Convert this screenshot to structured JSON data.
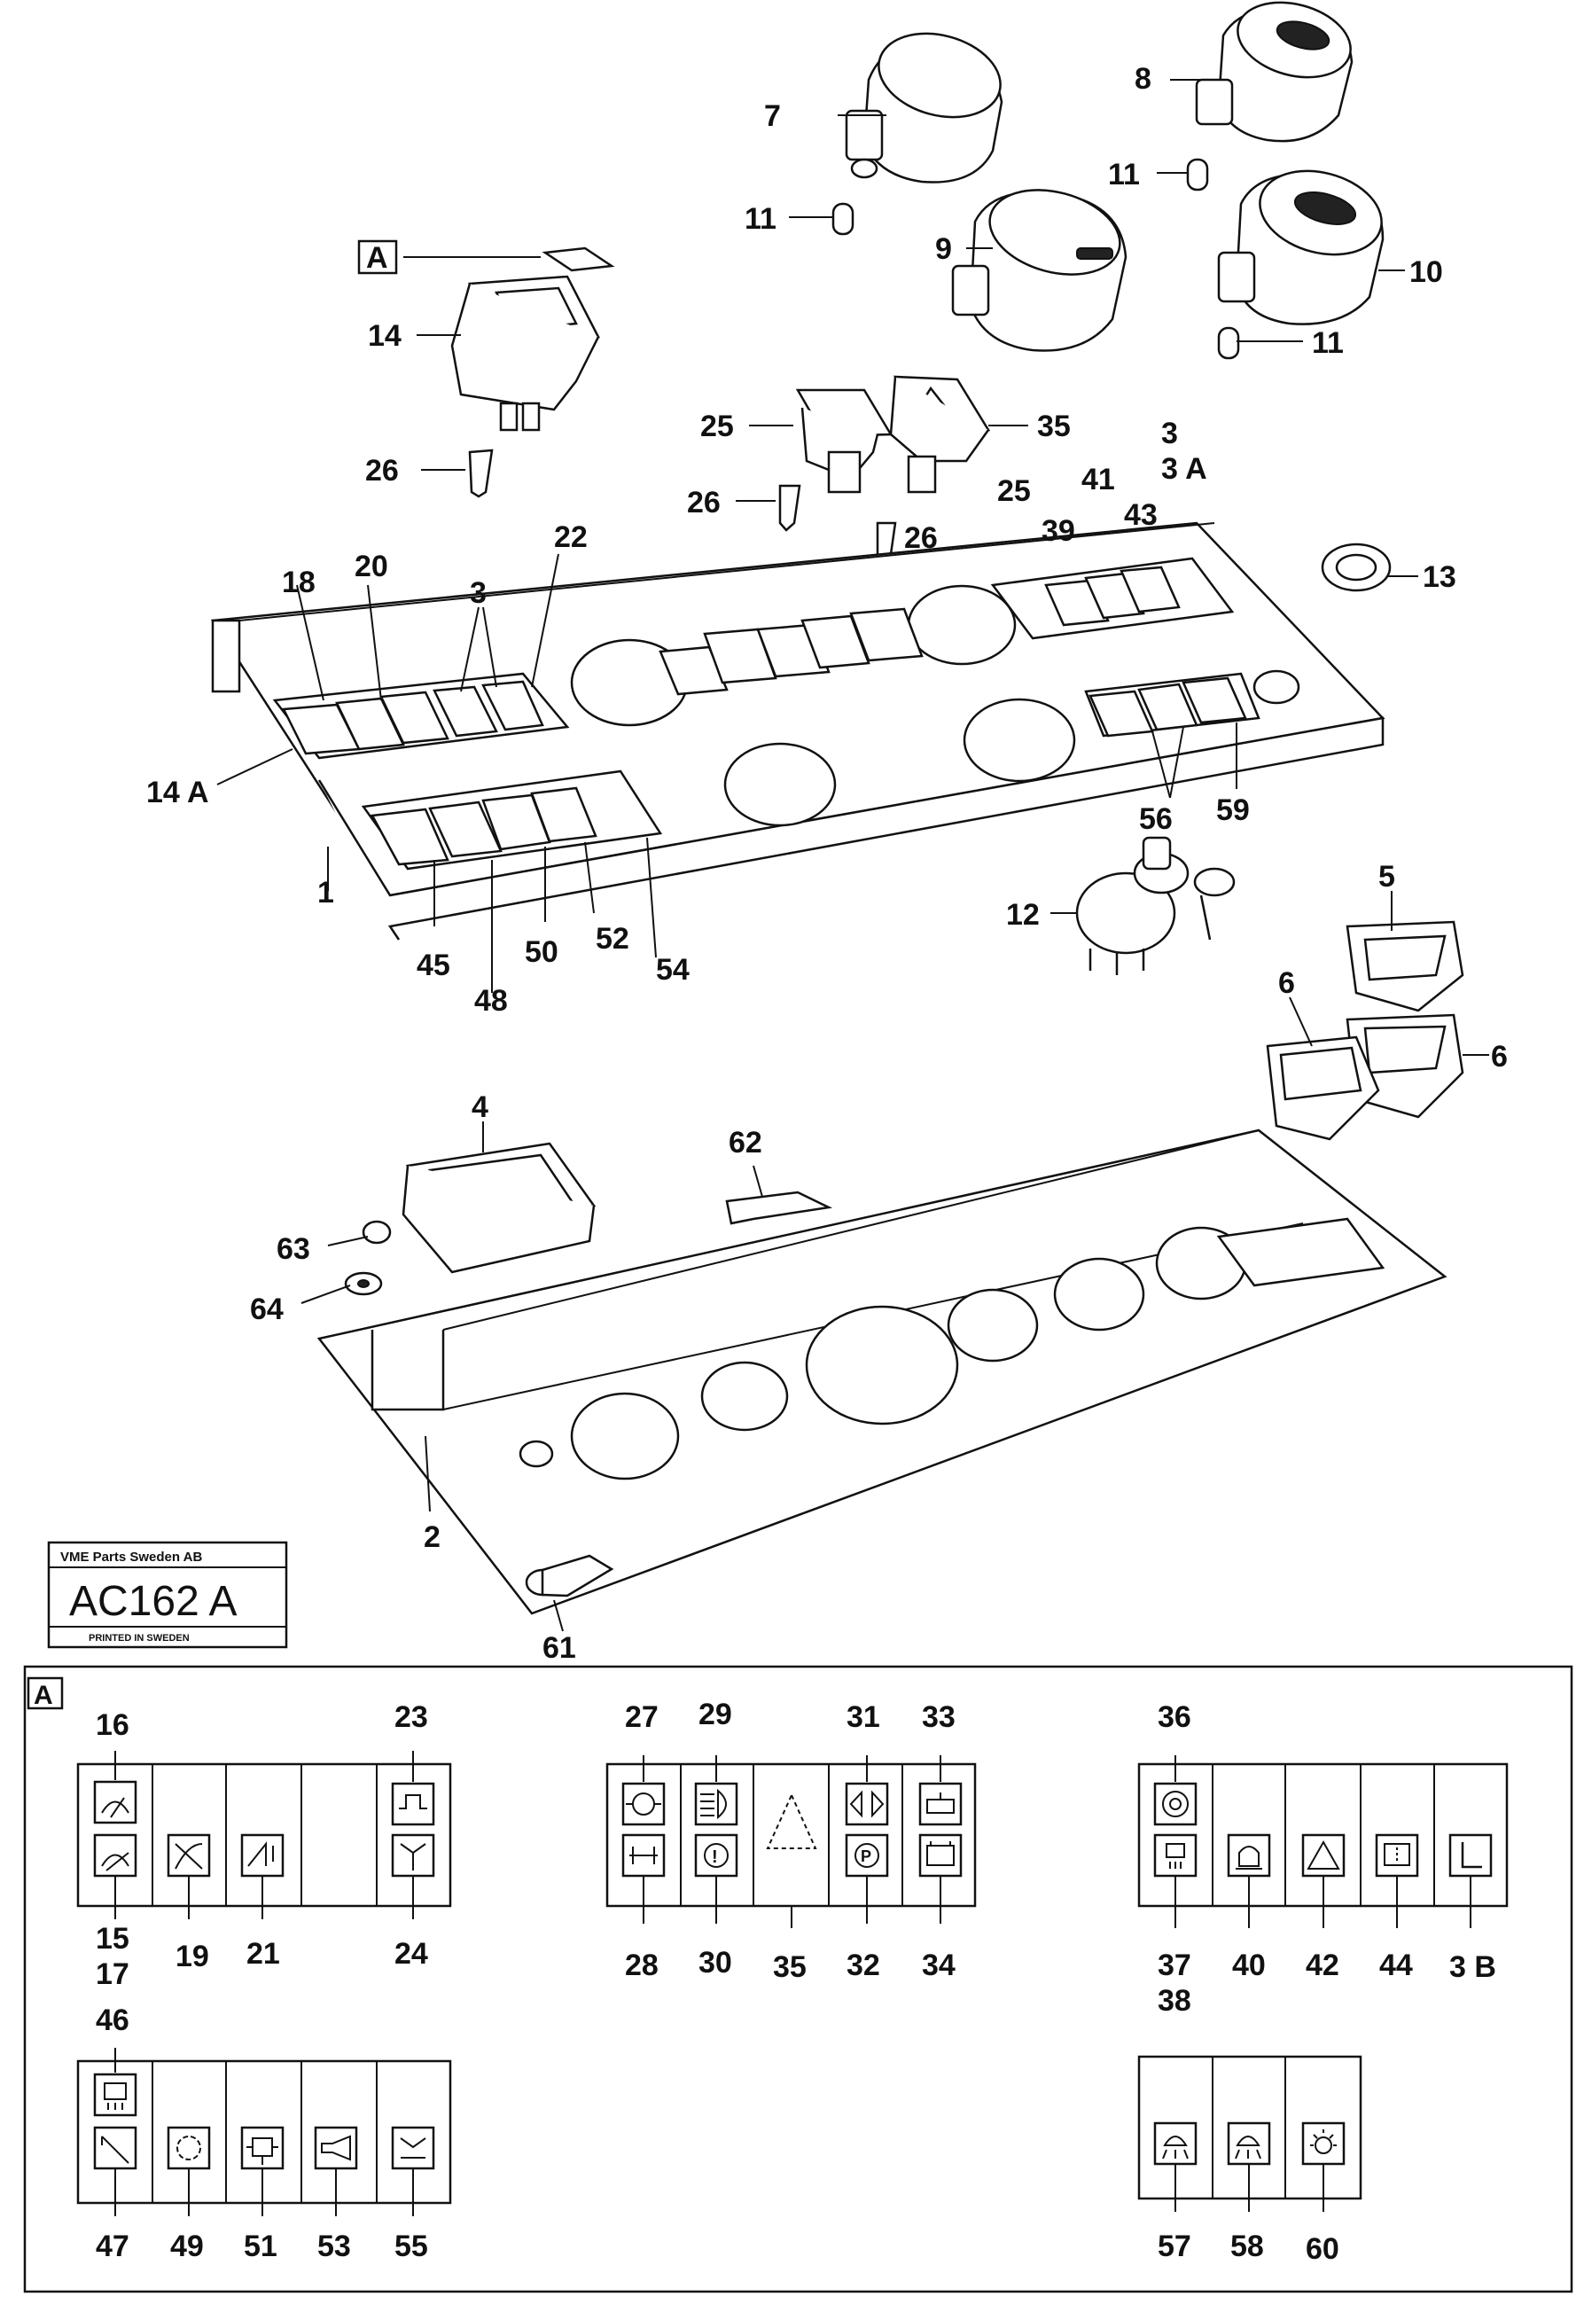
{
  "callouts": {
    "c7": "7",
    "c8": "8",
    "c9": "9",
    "c10": "10",
    "c11a": "11",
    "c11b": "11",
    "c11c": "11",
    "c14": "14",
    "c26a": "26",
    "c26b": "26",
    "c26c": "26",
    "c25a": "25",
    "c35a": "35",
    "c3a": "3",
    "c3A": "3 A",
    "c25b": "25",
    "c39": "39",
    "c41": "41",
    "c43": "43",
    "c13": "13",
    "c18": "18",
    "c20": "20",
    "c3b": "3",
    "c22": "22",
    "c14A": "14 A",
    "c1": "1",
    "c45": "45",
    "c48": "48",
    "c50": "50",
    "c52": "52",
    "c54": "54",
    "c56": "56",
    "c59": "59",
    "c12": "12",
    "c5": "5",
    "c6a": "6",
    "c6b": "6",
    "c4": "4",
    "c62": "62",
    "c63": "63",
    "c64": "64",
    "c2": "2",
    "c61": "61",
    "cA": "A"
  },
  "stamp": {
    "company": "VME Parts Sweden AB",
    "code": "AC162 A",
    "printed": "PRINTED IN SWEDEN"
  },
  "detail": {
    "frame_label": "A",
    "g1_top": [
      "16",
      "23"
    ],
    "g1_bottom": [
      "15",
      "17",
      "19",
      "21",
      "24"
    ],
    "g2_top": [
      "27",
      "29",
      "31",
      "33"
    ],
    "g2_bottom": [
      "28",
      "30",
      "35",
      "32",
      "34"
    ],
    "g3_top": [
      "36"
    ],
    "g3_bottom": [
      "37",
      "38",
      "40",
      "42",
      "44",
      "3 B"
    ],
    "g4_top": [
      "46"
    ],
    "g4_bottom": [
      "47",
      "49",
      "51",
      "53",
      "55"
    ],
    "g5_bottom": [
      "57",
      "58",
      "60"
    ]
  },
  "icons": [
    "wiper-icon",
    "wash-icon",
    "horn-icon",
    "fan-icon",
    "beacon-icon",
    "hazard-icon",
    "battery-icon",
    "parking-brake-icon",
    "brake-icon",
    "headlight-icon",
    "glow-plug-icon",
    "worklight-icon",
    "interior-light-icon"
  ]
}
